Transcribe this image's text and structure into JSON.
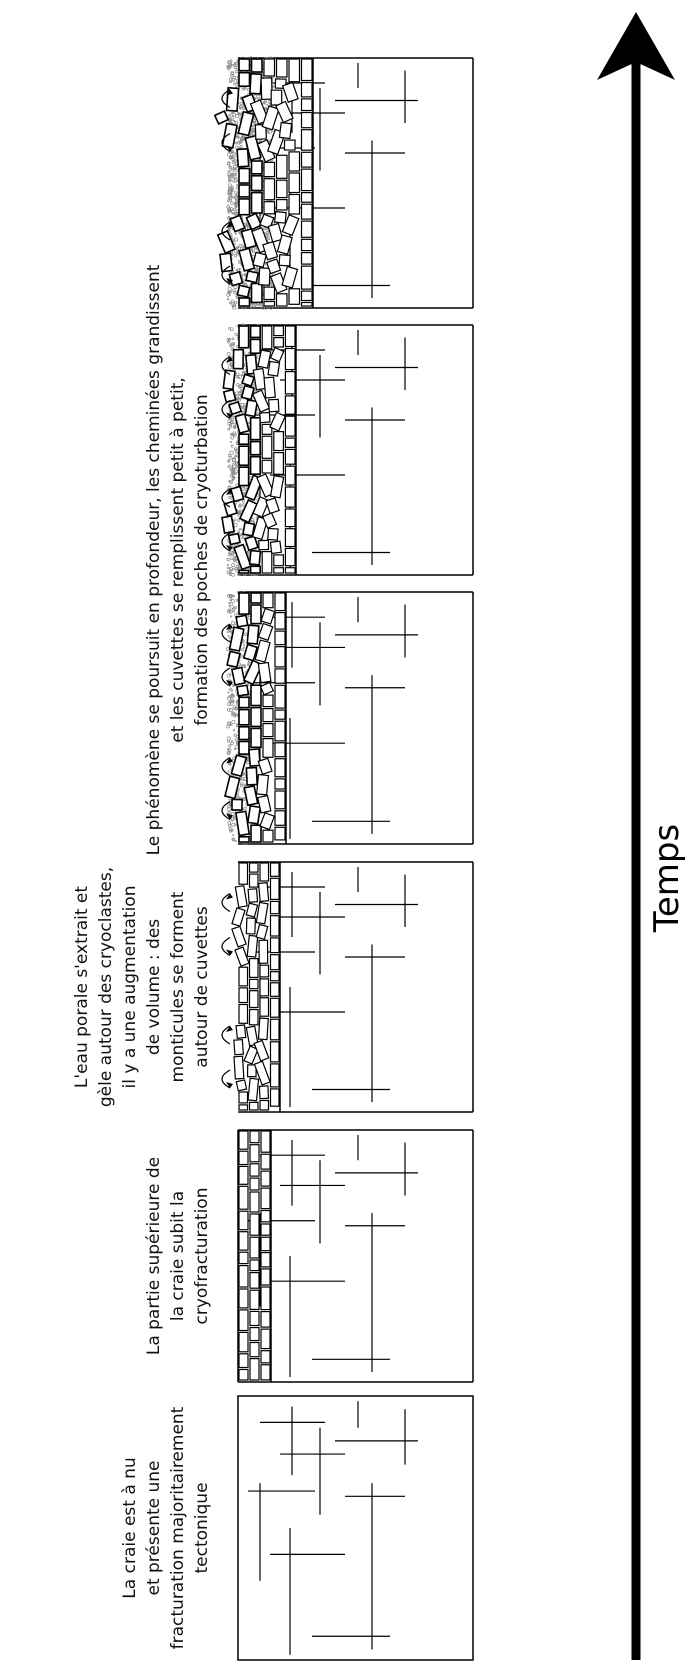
{
  "time_axis": {
    "label": "Temps",
    "direction": "up"
  },
  "stages": [
    {
      "caption": [
        "La craie est à nu",
        "et présente une",
        "fracturation majoritairement",
        "tectonique"
      ]
    },
    {
      "caption": [
        "La partie supérieure de",
        "la craie subit la",
        "cryofracturation"
      ]
    },
    {
      "caption": [
        "L'eau porale s'extrait et",
        "gèle autour des cryoclastes,",
        "il y a une augmentation",
        "de volume : des",
        "monticules se forment",
        "autour de cuvettes"
      ]
    },
    {
      "caption": []
    },
    {
      "caption": [
        "Le phénomène se poursuit en profondeur, les cheminées grandissent",
        "et les cuvettes se remplissent petit à petit,",
        "formation des poches de cryoturbation"
      ]
    },
    {
      "caption": []
    }
  ],
  "colors": {
    "ink": "#000000",
    "fill": "#ffffff",
    "gravel": "#8a8a8a"
  }
}
